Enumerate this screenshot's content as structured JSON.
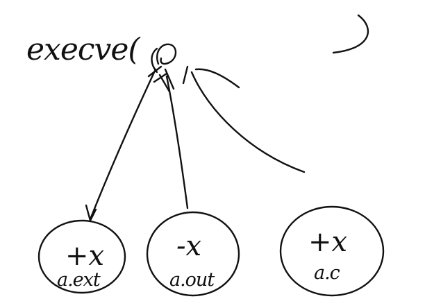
{
  "diagram": {
    "title": "execve(",
    "nodes": [
      {
        "sign": "+x",
        "file": "a.ext"
      },
      {
        "sign": "-x",
        "file": "a.out"
      },
      {
        "sign": "+x",
        "file": "a.c"
      }
    ]
  },
  "colors": {
    "ink": "#111111",
    "background": "#ffffff"
  }
}
